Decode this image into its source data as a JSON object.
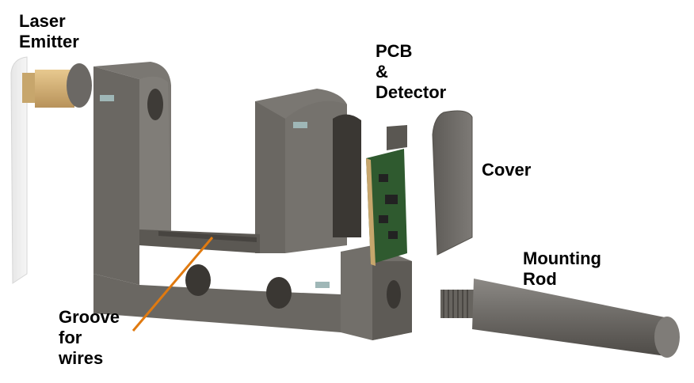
{
  "labels": {
    "laser_emitter": "Laser\nEmitter",
    "pcb_detector": "PCB\n&\nDetector",
    "cover": "Cover",
    "mounting_rod": "Mounting\nRod",
    "groove": "Groove\nfor\nwires"
  },
  "colors": {
    "housing": "#6e6b66",
    "housing_dark": "#55524d",
    "housing_light": "#8a8782",
    "brass": "#d8b57a",
    "pcb": "#2f5a2f",
    "leader": "#e07a10",
    "beam": "#dcdcdc"
  }
}
